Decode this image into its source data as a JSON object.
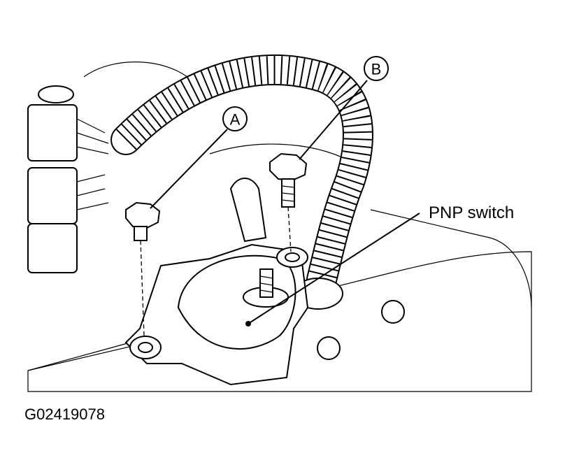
{
  "labels": {
    "callout_a": "A",
    "callout_b": "B",
    "pnp_switch": "PNP switch"
  },
  "figure_code": "G02419078"
}
